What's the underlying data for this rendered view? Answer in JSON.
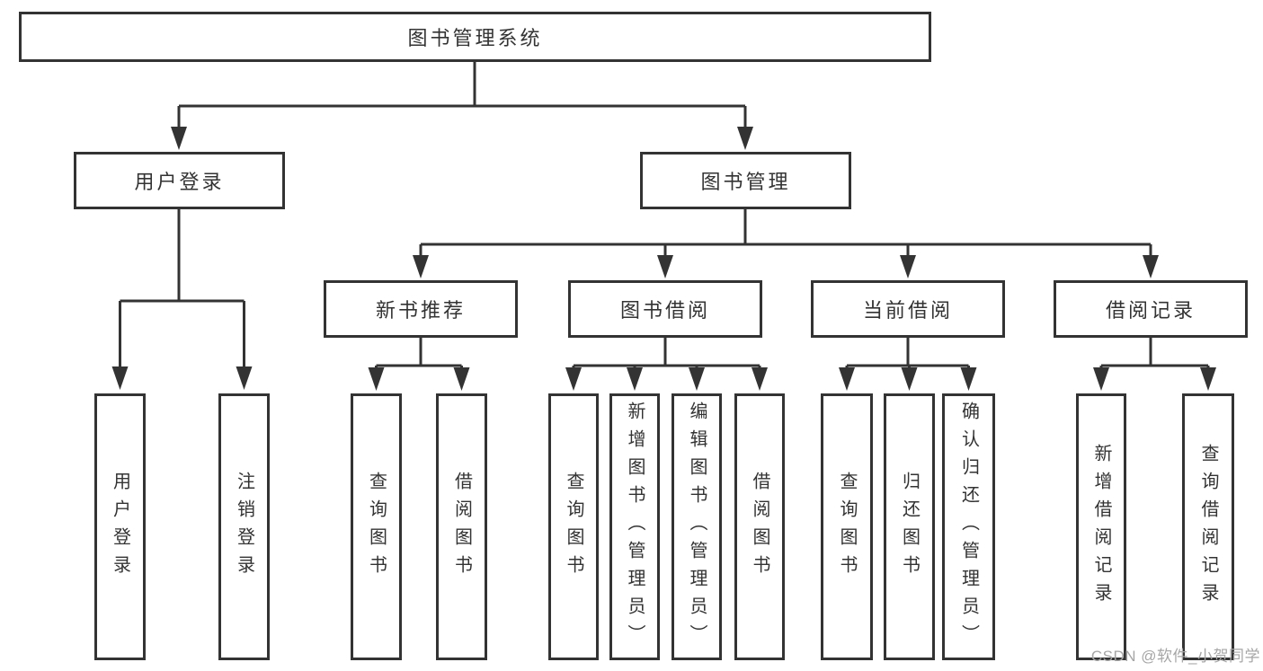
{
  "colors": {
    "line": "#333333",
    "box_border": "#333333",
    "text": "#333333",
    "watermark": "#a6a6a6",
    "background": "#ffffff"
  },
  "watermark": "CSDN @软件_小贺同学",
  "tree": {
    "label": "图书管理系统",
    "children": [
      {
        "label": "用户登录",
        "children": [
          {
            "label": "用户登录"
          },
          {
            "label": "注销登录"
          }
        ]
      },
      {
        "label": "图书管理",
        "children": [
          {
            "label": "新书推荐",
            "children": [
              {
                "label": "查询图书"
              },
              {
                "label": "借阅图书"
              }
            ]
          },
          {
            "label": "图书借阅",
            "children": [
              {
                "label": "查询图书"
              },
              {
                "label": "新增图书（管理员）"
              },
              {
                "label": "编辑图书（管理员）"
              },
              {
                "label": "借阅图书"
              }
            ]
          },
          {
            "label": "当前借阅",
            "children": [
              {
                "label": "查询图书"
              },
              {
                "label": "归还图书"
              },
              {
                "label": "确认归还（管理员）"
              }
            ]
          },
          {
            "label": "借阅记录",
            "children": [
              {
                "label": "新增借阅记录"
              },
              {
                "label": "查询借阅记录"
              }
            ]
          }
        ]
      }
    ]
  }
}
